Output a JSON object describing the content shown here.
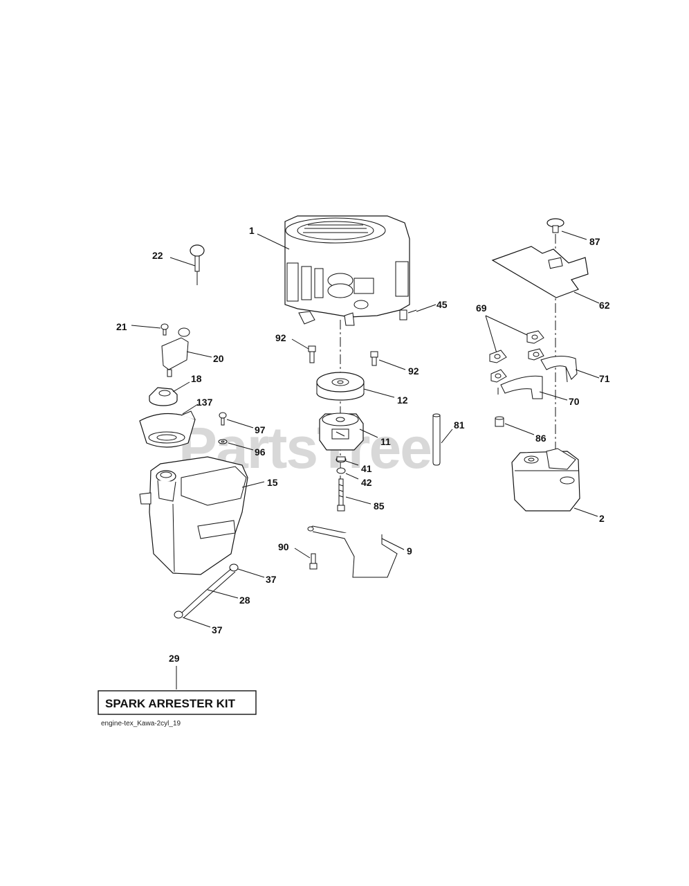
{
  "diagram": {
    "watermark": "PartsTree",
    "kit_label": "SPARK ARRESTER KIT",
    "file_label": "engine-tex_Kawa-2cyl_19"
  },
  "labels": {
    "p1": "1",
    "p2": "2",
    "p9": "9",
    "p11": "11",
    "p12": "12",
    "p15": "15",
    "p18": "18",
    "p20": "20",
    "p21": "21",
    "p22": "22",
    "p28": "28",
    "p29": "29",
    "p37a": "37",
    "p37b": "37",
    "p41": "41",
    "p42": "42",
    "p45": "45",
    "p62": "62",
    "p69": "69",
    "p70": "70",
    "p71": "71",
    "p81": "81",
    "p85": "85",
    "p86": "86",
    "p87": "87",
    "p90": "90",
    "p92a": "92",
    "p92b": "92",
    "p96": "96",
    "p97": "97",
    "p137": "137"
  }
}
